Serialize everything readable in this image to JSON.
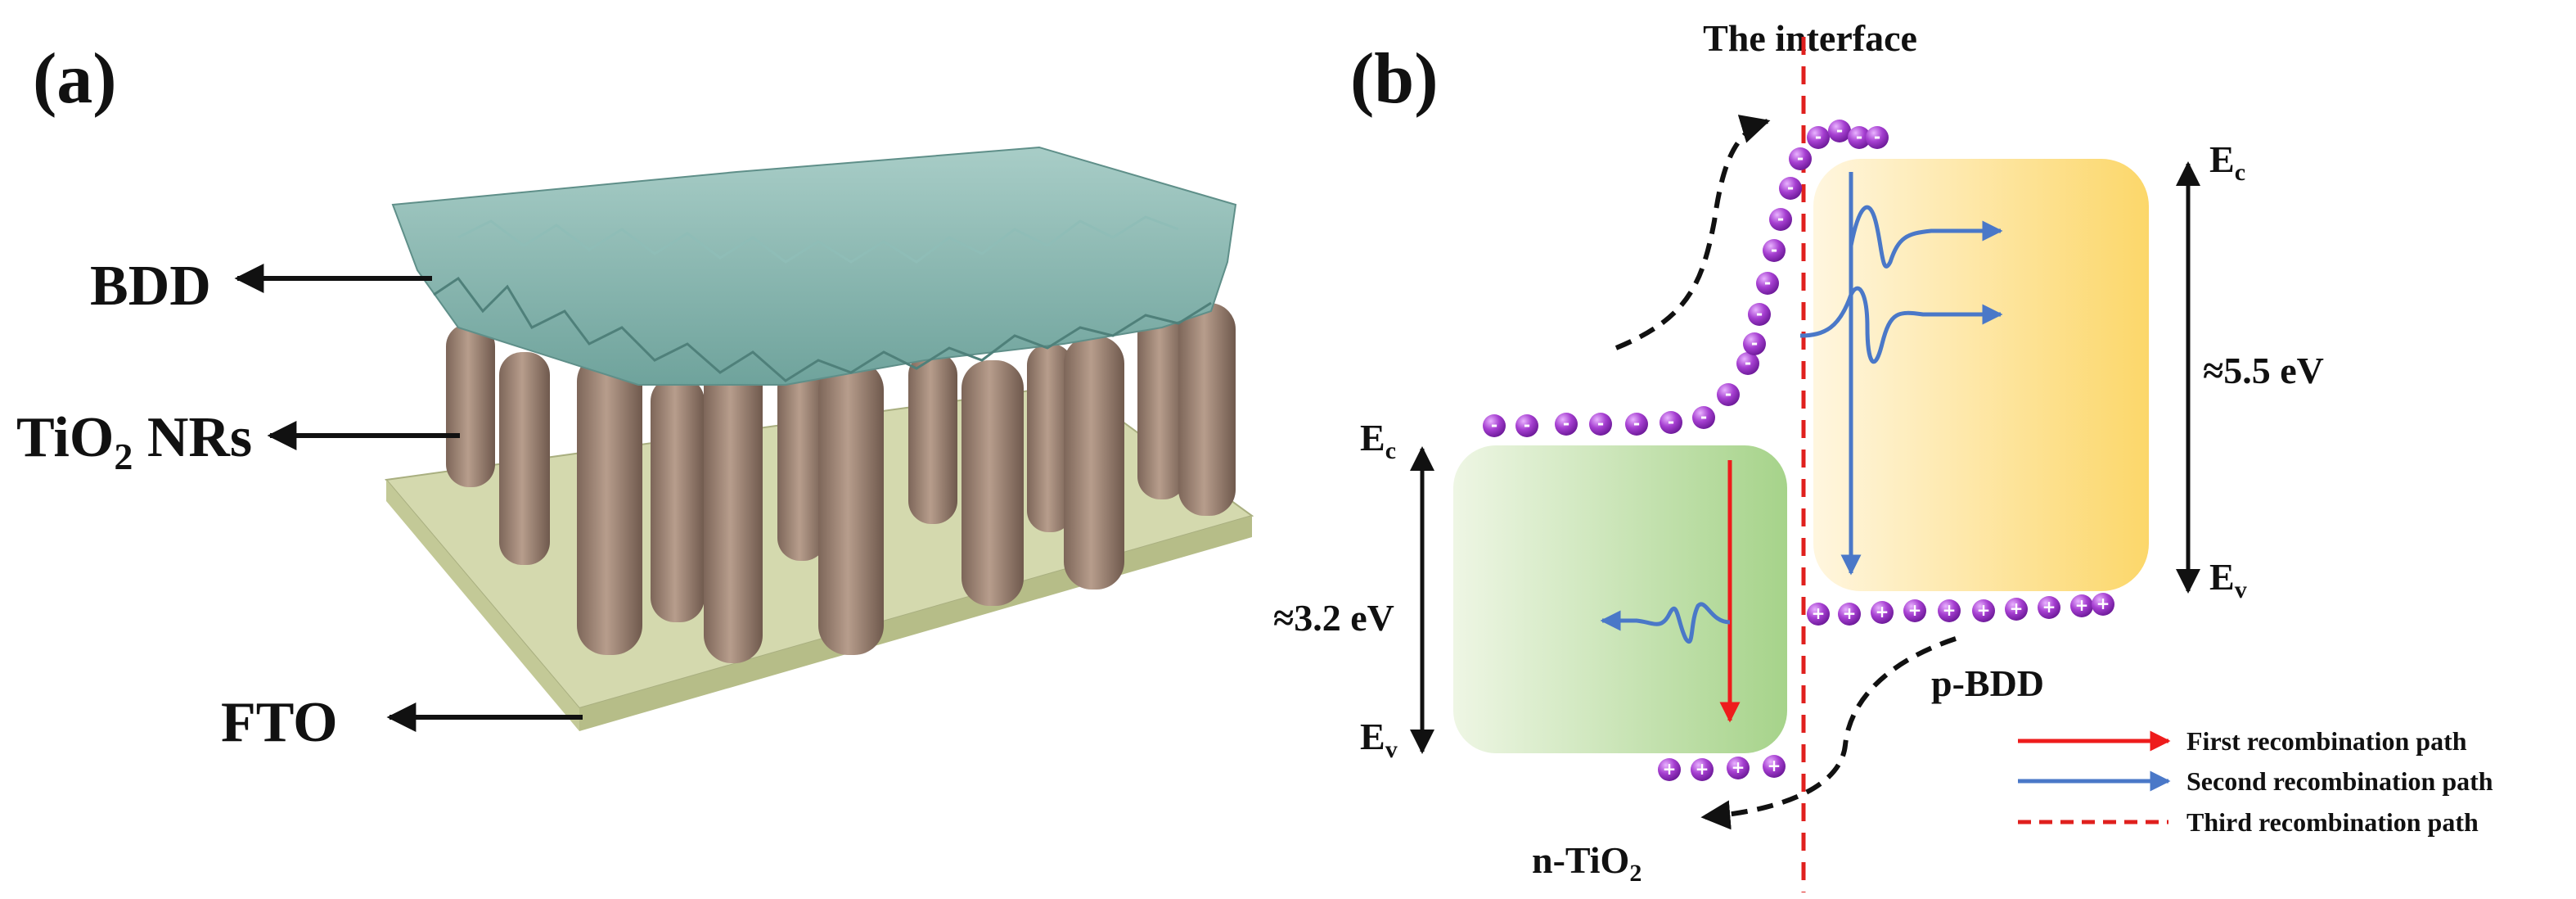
{
  "panel_a": {
    "label": "(a)",
    "layers": {
      "top": "BDD",
      "middle_main": "TiO",
      "middle_sub": "2",
      "middle_suffix": " NRs",
      "bottom": "FTO"
    }
  },
  "panel_b": {
    "label": "(b)",
    "interface_label": "The interface",
    "n_side": {
      "name_main": "n-TiO",
      "name_sub": "2",
      "ec_main": "E",
      "ec_sub": "c",
      "ev_main": "E",
      "ev_sub": "v",
      "gap": "≈3.2 eV"
    },
    "p_side": {
      "name": "p-BDD",
      "ec_main": "E",
      "ec_sub": "c",
      "ev_main": "E",
      "ev_sub": "v",
      "gap": "≈5.5 eV"
    },
    "electron_symbol": "-",
    "hole_symbol": "+",
    "legend": [
      {
        "label": "First recombination path",
        "color": "#ee1c1c",
        "style": "solid"
      },
      {
        "label": "Second recombination path",
        "color": "#4a78c8",
        "style": "solid"
      },
      {
        "label": "Third recombination path",
        "color": "#e0201e",
        "style": "dashed"
      }
    ]
  },
  "colors": {
    "electron": "#9b2fc4",
    "hole": "#9b2fc4",
    "bdd_fill": "#7fb3ad",
    "pillar": "#a08778",
    "fto": "#c9cfa0"
  }
}
